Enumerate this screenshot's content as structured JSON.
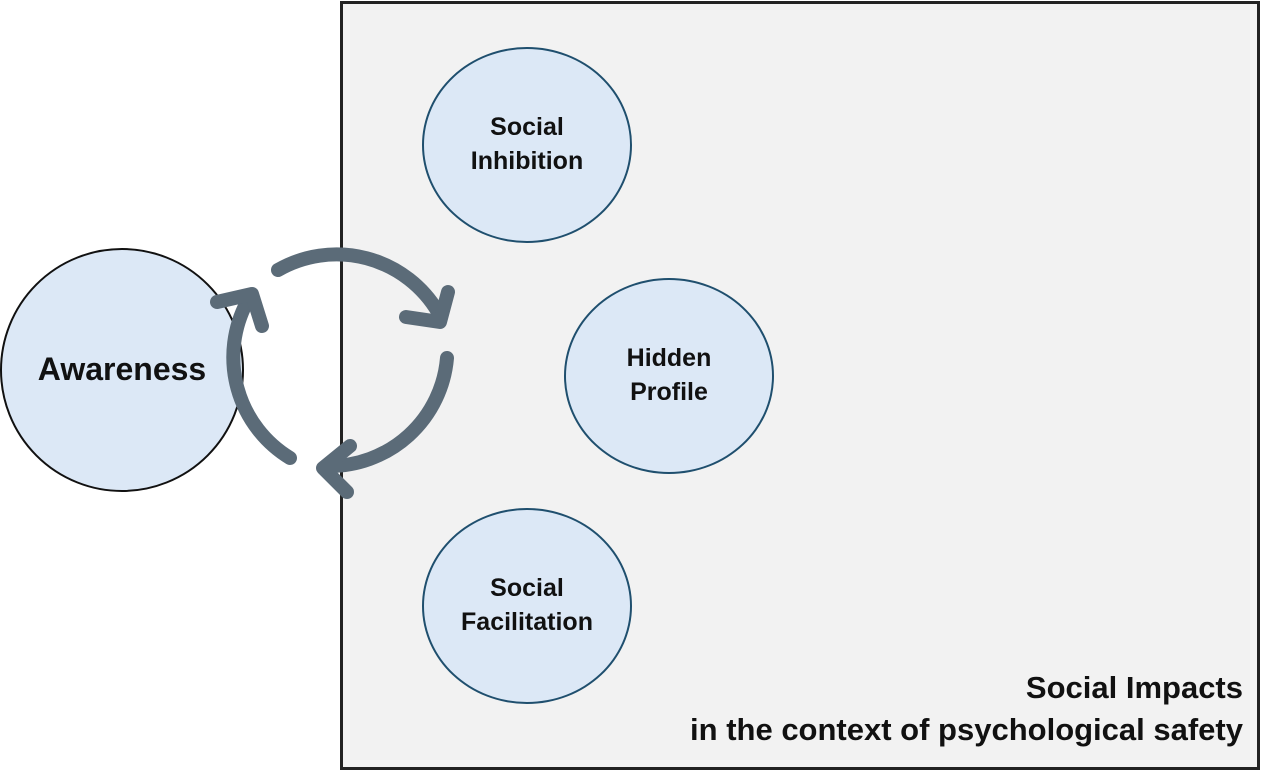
{
  "container": {
    "title_line1": "Social Impacts",
    "title_line2": "in the context of psychological safety"
  },
  "nodes": {
    "awareness": {
      "label": "Awareness"
    },
    "social_inhibition": {
      "line1": "Social",
      "line2": "Inhibition"
    },
    "hidden_profile": {
      "line1": "Hidden",
      "line2": "Profile"
    },
    "social_facilitation": {
      "line1": "Social",
      "line2": "Facilitation"
    }
  },
  "colors": {
    "circle_fill": "#dce8f6",
    "circle_border": "#1f4f6e",
    "box_fill": "#f2f2f2",
    "cycle_arrows": "#5b6b78"
  },
  "icons": {
    "cycle": "circular-refresh-arrows"
  }
}
